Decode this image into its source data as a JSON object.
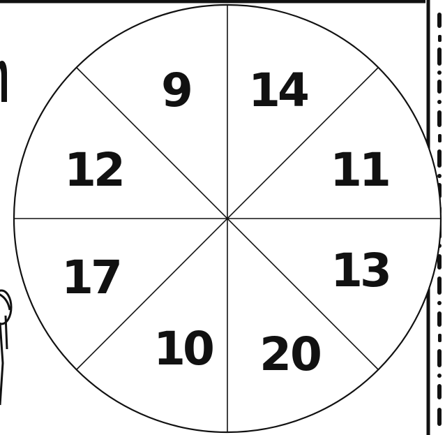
{
  "spinner": {
    "sectors": [
      {
        "label": "9"
      },
      {
        "label": "14"
      },
      {
        "label": "12"
      },
      {
        "label": "11"
      },
      {
        "label": "17"
      },
      {
        "label": "13"
      },
      {
        "label": "10"
      },
      {
        "label": "20"
      }
    ]
  },
  "colors": {
    "ink": "#111111",
    "background": "#ffffff"
  }
}
